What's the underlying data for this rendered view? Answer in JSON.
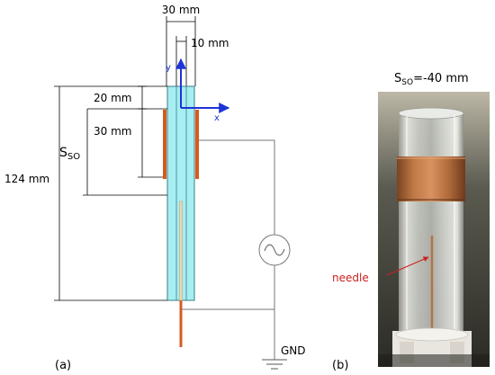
{
  "diagram": {
    "dim_width": "30 mm",
    "dim_inner": "10 mm",
    "dim_top_offset": "20 mm",
    "dim_electrode": "30 mm",
    "dim_sso_label": "S",
    "dim_sso_sub": "SO",
    "dim_total": "124 mm",
    "axis_y": "y",
    "axis_x": "x",
    "ground_label": "GND",
    "panel_a": "(a)",
    "panel_b": "(b)"
  },
  "photo": {
    "title_main": "S",
    "title_sub": "SO",
    "title_value": "=-40 mm",
    "needle_label": "needle"
  },
  "colors": {
    "tube_fill": "#a6eef2",
    "tube_stroke": "#3b7d87",
    "electrode": "#d85a1c",
    "axes": "#1f34d6",
    "needle_label": "#cc1f1f"
  }
}
